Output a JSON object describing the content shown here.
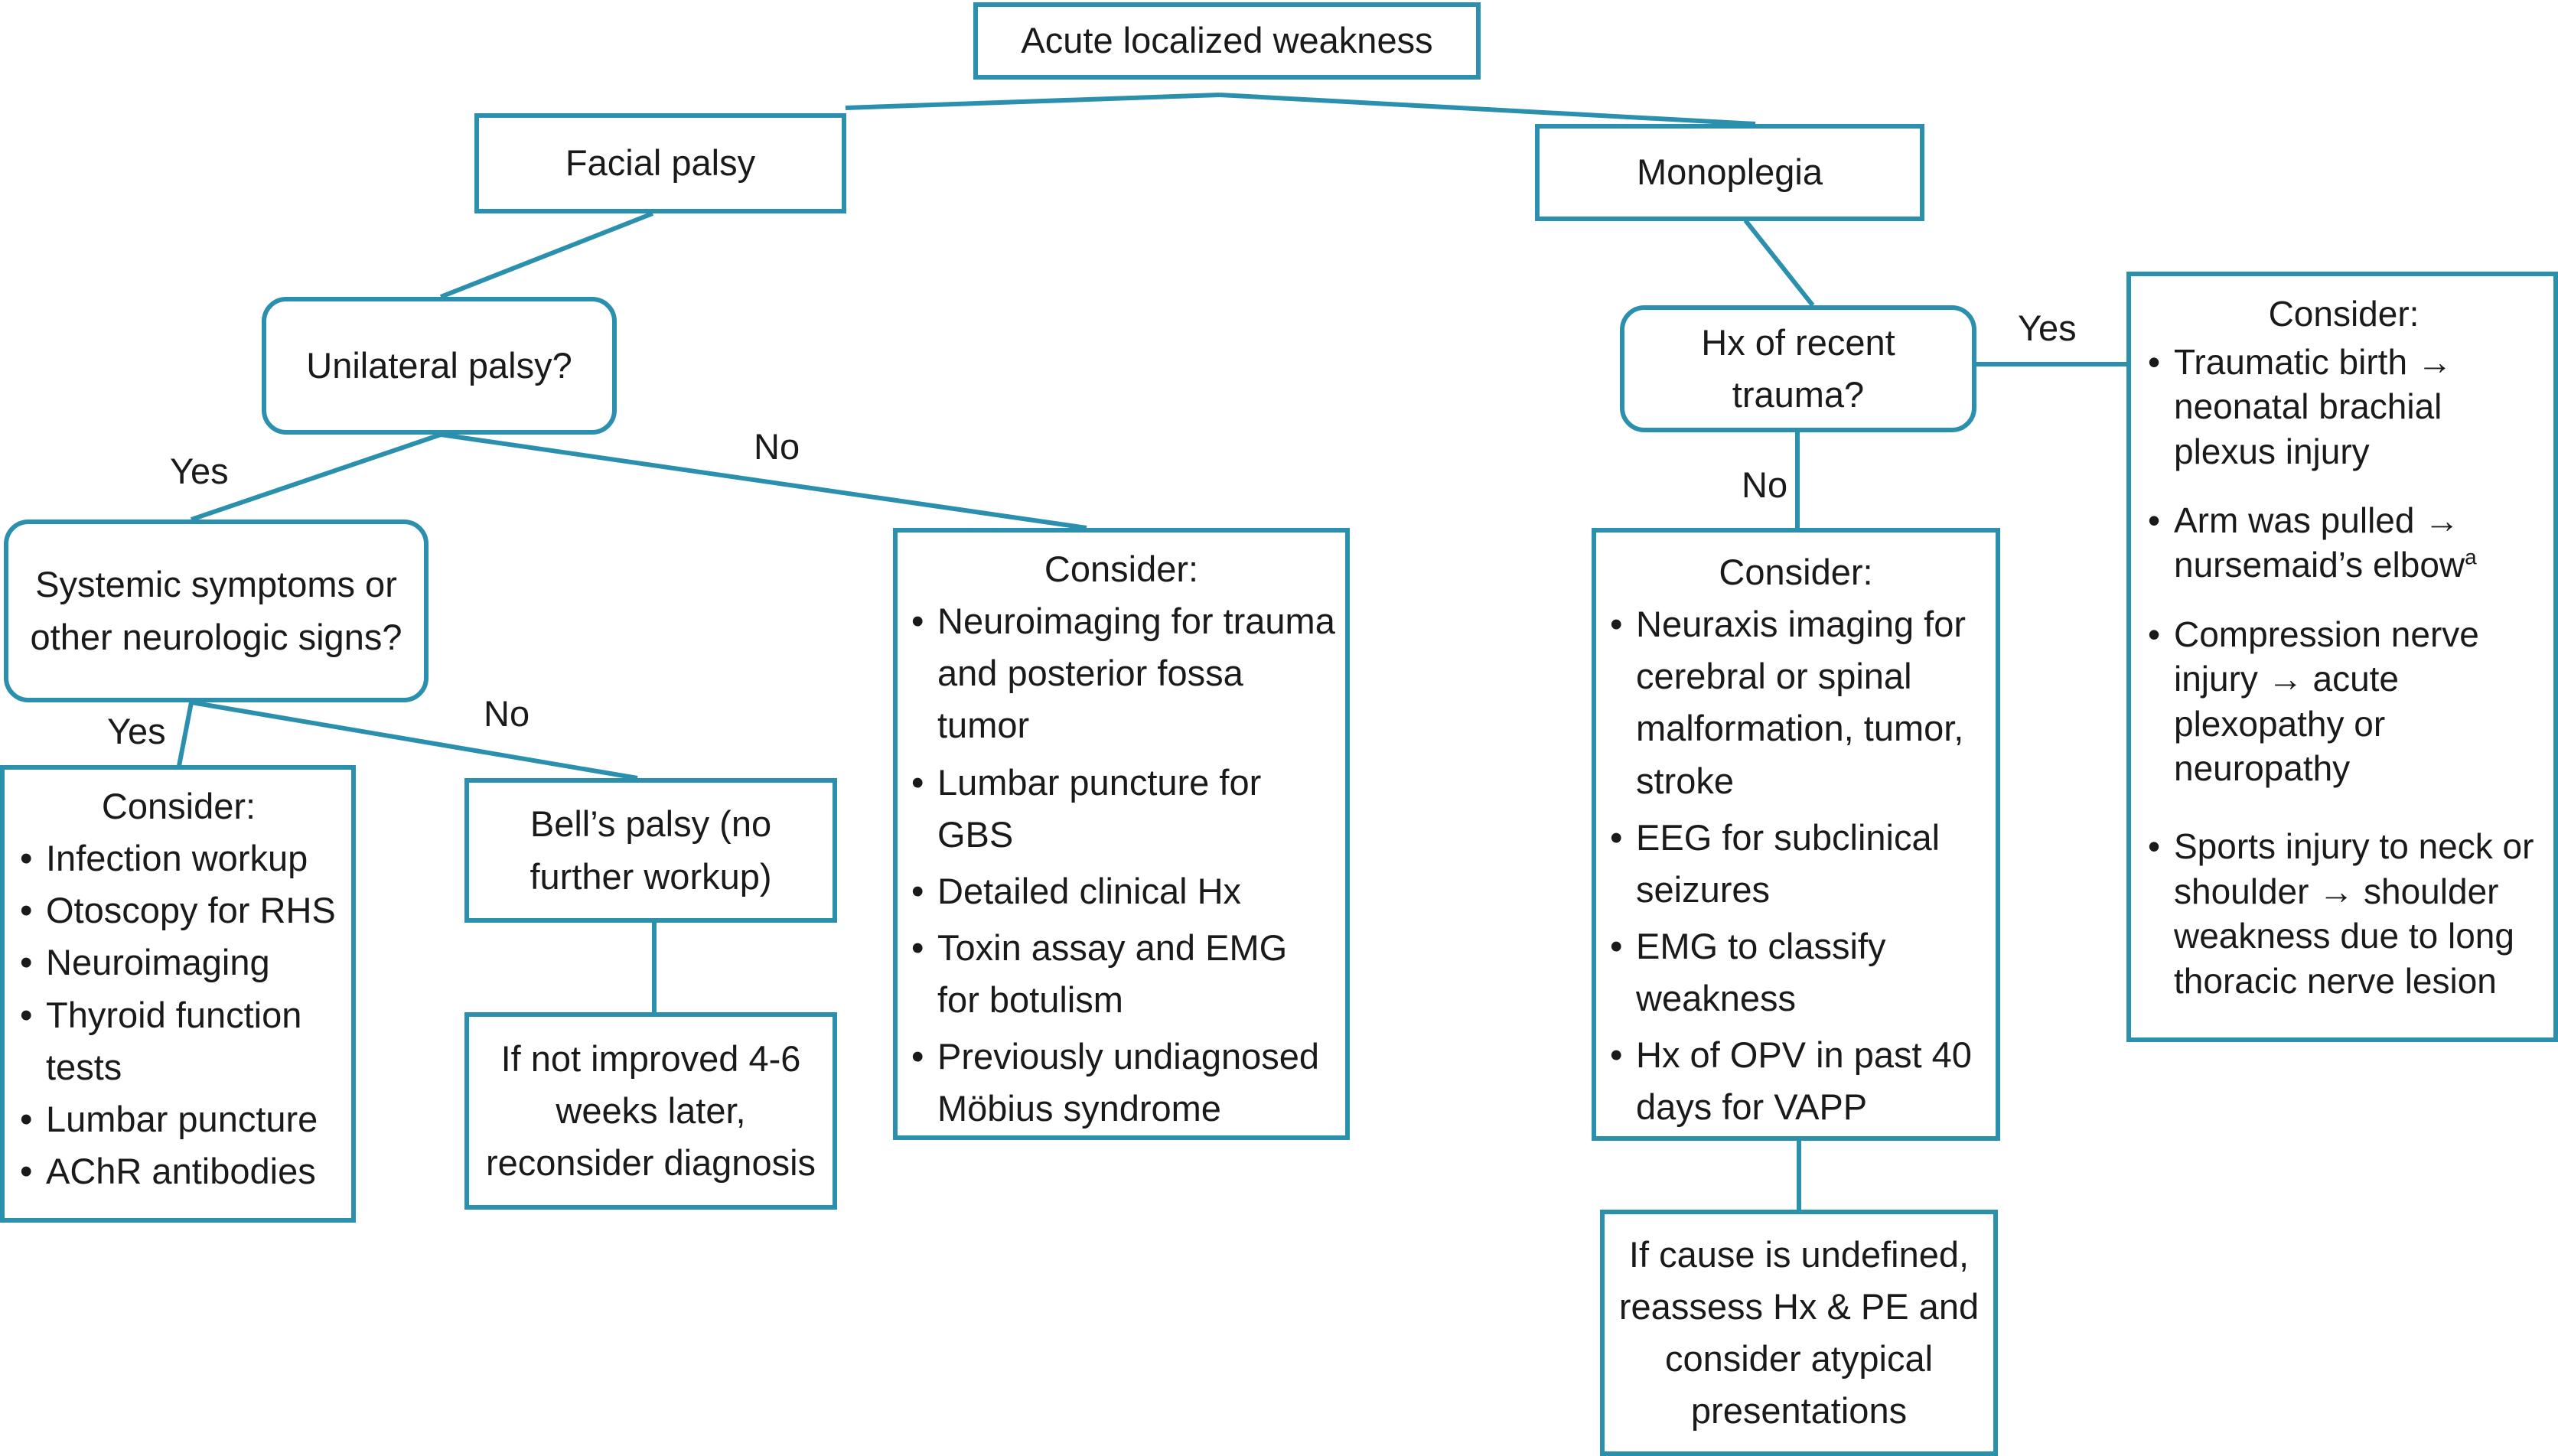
{
  "nodes": {
    "root": "Acute localized weakness",
    "facial": "Facial palsy",
    "mono": "Monoplegia",
    "unilateral": "Unilateral palsy?",
    "hx_trauma": "Hx of recent trauma?",
    "systemic": "Systemic symptoms or other neurologic signs?",
    "bells": "Bell’s palsy (no further workup)",
    "not_improved": "If not improved 4-6 weeks later, reconsider diagnosis",
    "undefined_cause": "If cause is undefined, reassess Hx & PE and consider atypical presentations"
  },
  "consider_heading": "Consider:",
  "consider_systemic": [
    "Infection workup",
    "Otoscopy for RHS",
    "Neuroimaging",
    "Thyroid function tests",
    "Lumbar puncture",
    "AChR antibodies"
  ],
  "consider_bilateral": [
    "Neuroimaging for trauma and posterior fossa tumor",
    "Lumbar puncture for GBS",
    "Detailed clinical Hx",
    "Toxin assay and EMG for botulism",
    "Previously undiagnosed Möbius syndrome"
  ],
  "consider_no_trauma": [
    "Neuraxis imaging for cerebral or spinal malformation, tumor, stroke",
    "EEG for subclinical seizures",
    "EMG to classify weakness",
    "Hx of OPV in past 40 days for VAPP"
  ],
  "consider_trauma": [
    "Traumatic birth → neonatal brachial plexus injury",
    "Arm was pulled → nursemaid’s elbow",
    "Compression nerve injury → acute plexopathy or neuropathy",
    "Sports injury to neck or shoulder → shoulder weakness due to long thoracic nerve lesion"
  ],
  "footnote_mark": "a",
  "edge_labels": {
    "yes": "Yes",
    "no": "No"
  },
  "colors": {
    "border": "#2b8fae",
    "text": "#1a1a1a"
  }
}
